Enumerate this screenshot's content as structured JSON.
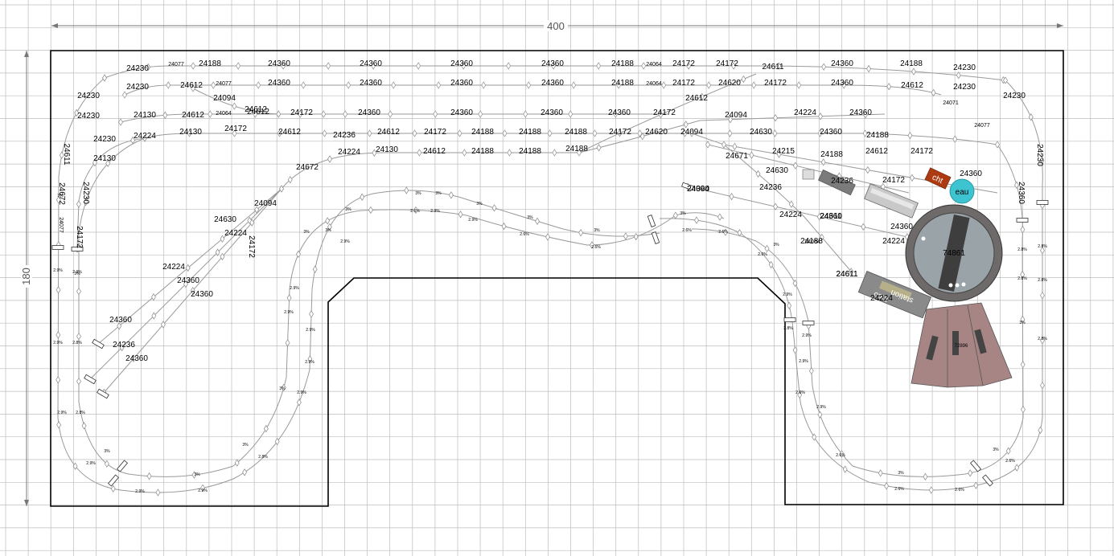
{
  "dimensions": {
    "width_label": "400",
    "height_label": "180"
  },
  "colors": {
    "grid": "#bdbdbd",
    "track": "#9a9a9a",
    "board": "#000000",
    "turntable_pit": "#6f6a6a",
    "turntable_deck": "#9aa3a8",
    "roundhouse": "#a88585",
    "station": "#8a8a8a",
    "shed": "#ad3a10",
    "water": "#3ec3d1"
  },
  "icons": {
    "tile_marker": "diamond",
    "bumper": "buffer-stop",
    "joiner": "track-joiner"
  },
  "labels": [
    "24230",
    "24077",
    "24188",
    "24360",
    "24360",
    "24360",
    "24360",
    "24188",
    "24064",
    "24172",
    "24172",
    "24611",
    "24360",
    "24188",
    "24230",
    "24230",
    "24612",
    "24077",
    "24360",
    "24360",
    "24360",
    "24360",
    "24188",
    "24064",
    "24172",
    "24620",
    "24172",
    "24360",
    "24612",
    "24230",
    "24230",
    "24094",
    "24612",
    "24071",
    "24230",
    "24230",
    "24130",
    "24612",
    "24064",
    "24612",
    "24172",
    "24360",
    "24360",
    "24360",
    "24360",
    "24172",
    "24612",
    "24094",
    "24224",
    "24360",
    "24077",
    "24230",
    "24130",
    "24130",
    "24172",
    "24612",
    "24236",
    "24612",
    "24172",
    "24188",
    "24188",
    "24188",
    "24172",
    "24620",
    "24094",
    "24630",
    "24360",
    "24188",
    "24224",
    "24130",
    "24612",
    "24188",
    "24188",
    "24188",
    "24224",
    "24215",
    "24188",
    "24612",
    "24172",
    "24611",
    "24672",
    "24230",
    "24672",
    "24077",
    "24172",
    "24094",
    "24630",
    "24172",
    "24360",
    "24236",
    "24611",
    "24360",
    "24230",
    "24671",
    "24630",
    "24224",
    "24172",
    "24224",
    "24224",
    "24360",
    "24360",
    "24360",
    "24236",
    "24360",
    "24094",
    "24360",
    "24188",
    "24611",
    "24224",
    "24064",
    "24611",
    "24224",
    "24236",
    "24360",
    "24360",
    "24094"
  ],
  "grades": [
    "3%",
    "2.9%",
    "2.8%",
    "2.6%"
  ],
  "structures": {
    "turntable": "74861",
    "roundhouse": "72896",
    "station": "station",
    "loco": "loco",
    "shed": "cht",
    "water": "eau"
  }
}
